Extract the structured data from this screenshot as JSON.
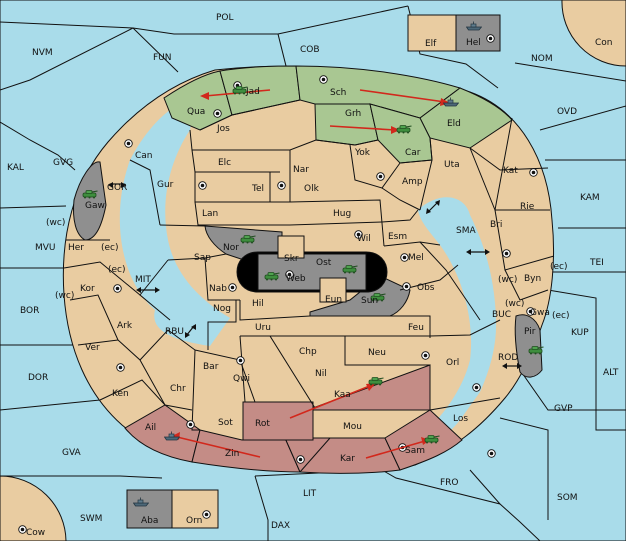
{
  "board": {
    "outer_regions": {
      "pol": "POL",
      "nvm": "NVM",
      "fun": "FUN",
      "cob": "COB",
      "nom": "NOM",
      "con": "Con",
      "elf": "Elf",
      "hel": "Hel",
      "kal": "KAL",
      "gvg": "GVG",
      "gor": "GOR",
      "mvu": "MVU",
      "mit": "MIT",
      "bor": "BOR",
      "rbu": "RBU",
      "dor": "DOR",
      "gva": "GVA",
      "swm": "SWM",
      "cow": "Cow",
      "aba": "Aba",
      "orn": "Orn",
      "lit": "LIT",
      "dax": "DAX",
      "fro": "FRO",
      "som": "SOM",
      "gvp": "GVP",
      "alt": "ALT",
      "rod": "ROD",
      "buc": "BUC",
      "kup": "KUP",
      "tei": "TEI",
      "sma": "SMA",
      "kam": "KAM",
      "ovd": "OVD"
    },
    "ring": {
      "jad": "Jad",
      "sch": "Sch",
      "qua": "Qua",
      "jos": "Jos",
      "grh": "Grh",
      "eld": "Eld",
      "can": "Can",
      "elc": "Elc",
      "nar": "Nar",
      "yok": "Yok",
      "car": "Car",
      "uta": "Uta",
      "kat": "Kat",
      "tel": "Tel",
      "olk": "Olk",
      "amp": "Amp",
      "gaw": "Gaw",
      "gur": "Gur",
      "lan": "Lan",
      "hug": "Hug",
      "rie": "Rie",
      "bri": "Bri",
      "wil": "Wil",
      "esm": "Esm",
      "her": "Her",
      "nor": "Nor",
      "skr": "Skr",
      "sap": "Sap",
      "ost": "Ost",
      "mel": "Mel",
      "byn": "Byn",
      "web": "Web",
      "kor": "Kor",
      "nab": "Nab",
      "obs": "Obs",
      "eun": "Eun",
      "sun": "Sun",
      "gwa": "Gwa",
      "hil": "Hil",
      "nog": "Nog",
      "ark": "Ark",
      "uru": "Uru",
      "feu": "Feu",
      "pir": "Pir",
      "ver": "Ver",
      "chp": "Chp",
      "neu": "Neu",
      "bar": "Bar",
      "qwi": "Qwi",
      "nil": "Nil",
      "orl": "Orl",
      "chr": "Chr",
      "ken": "Ken",
      "kaa": "Kaa",
      "rot": "Rot",
      "sot": "Sot",
      "los": "Los",
      "ail": "Ail",
      "mou": "Mou",
      "zin": "Zin",
      "kar": "Kar",
      "sam": "Sam"
    },
    "coast_tags": {
      "wc_her": "(wc)",
      "ec_her": "(ec)",
      "ec_kor": "(ec)",
      "wc_kor": "(wc)",
      "wc_byn": "(wc)",
      "ec_byn": "(ec)",
      "wc_gwa": "(wc)",
      "ec_gwa": "(ec)"
    },
    "colors": {
      "sea": "#a9dcea",
      "land": "#e9cca1",
      "highlight_green": "#a9c792",
      "highlight_red": "#c48c86",
      "impassable_gray": "#8f8f8f",
      "order_arrow": "#d2281c",
      "army": "#3e8e3e",
      "fleet": "#4d6878"
    },
    "units": [
      {
        "type": "army",
        "province": "Jad"
      },
      {
        "type": "fleet",
        "province": "Eld"
      },
      {
        "type": "army",
        "province": "Car"
      },
      {
        "type": "army",
        "province": "Gaw"
      },
      {
        "type": "army",
        "province": "Nor"
      },
      {
        "type": "army",
        "province": "Web"
      },
      {
        "type": "army",
        "province": "Ost"
      },
      {
        "type": "army",
        "province": "Sun"
      },
      {
        "type": "army",
        "province": "Pir"
      },
      {
        "type": "army",
        "province": "Kaa"
      },
      {
        "type": "fleet",
        "province": "Ail"
      },
      {
        "type": "army",
        "province": "Sam"
      },
      {
        "type": "fleet",
        "province": "Hel"
      },
      {
        "type": "fleet",
        "province": "Aba"
      }
    ],
    "orders": [
      {
        "from": "Jad",
        "to": "Qua"
      },
      {
        "from": "Sch",
        "to": "Eld"
      },
      {
        "from": "Grh",
        "to": "Car"
      },
      {
        "from": "Rot",
        "to": "Kaa"
      },
      {
        "from": "Zin",
        "to": "Ail"
      },
      {
        "from": "Kar",
        "to": "Sam"
      }
    ]
  }
}
